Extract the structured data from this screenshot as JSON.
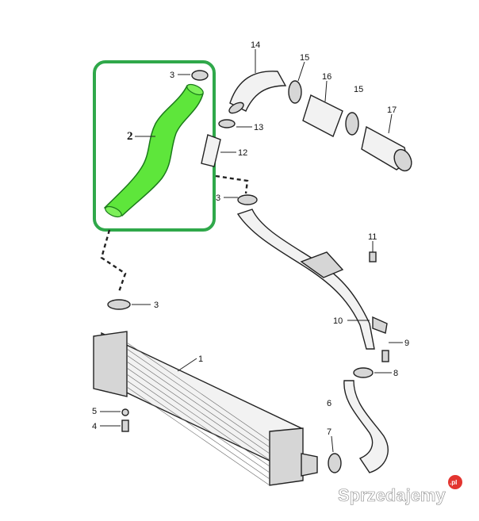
{
  "diagram": {
    "highlight_color": "#5ee63b",
    "highlight_border": "#2fa84a",
    "labels": {
      "p1": "1",
      "p2": "2",
      "p3_top": "3",
      "p3_mid": "3",
      "p3_upper": "3",
      "p4": "4",
      "p5": "5",
      "p6": "6",
      "p7": "7",
      "p8": "8",
      "p9": "9",
      "p10": "10",
      "p11": "11",
      "p12": "12",
      "p13": "13",
      "p14": "14",
      "p15_a": "15",
      "p15_b": "15",
      "p16": "16",
      "p17": "17"
    }
  },
  "watermark": {
    "text": "Sprzedajemy",
    "suffix": ".pl"
  }
}
